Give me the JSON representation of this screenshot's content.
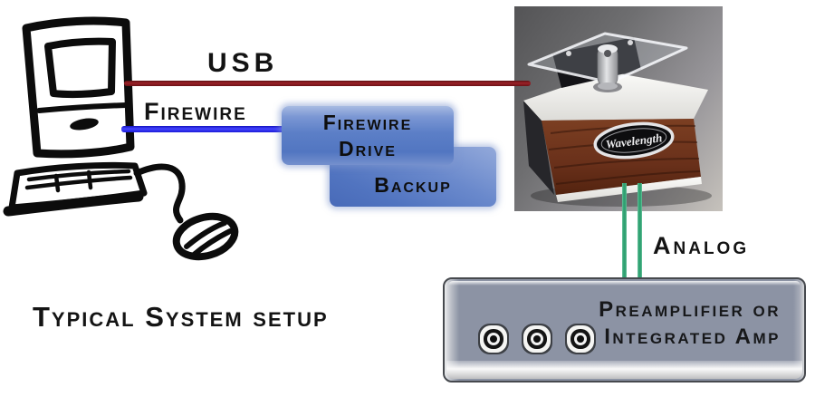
{
  "title": "Typical System setup",
  "labels": {
    "usb": "USB",
    "firewire": "Firewire",
    "analog": "Analog"
  },
  "boxes": {
    "firewire_drive": {
      "line1": "Firewire",
      "line2": "Drive"
    },
    "backup": {
      "label": "Backup"
    },
    "preamp": {
      "line1": "Preamplifier or",
      "line2": "Integrated Amp",
      "jacks": 3
    }
  },
  "dac": {
    "badge_text": "Wavelength"
  },
  "icons": {
    "computer": "sketch-computer-keyboard-mouse-icon",
    "rca": "rca-jack-icon"
  },
  "colors": {
    "usb_line": "#8a1b20",
    "firewire_line": "#2a2aee",
    "analog_line": "#2fa171",
    "drive_box_blue": "#5c7fc7",
    "preamp_face": "#8c93a4",
    "ink": "#0c0c0c"
  }
}
